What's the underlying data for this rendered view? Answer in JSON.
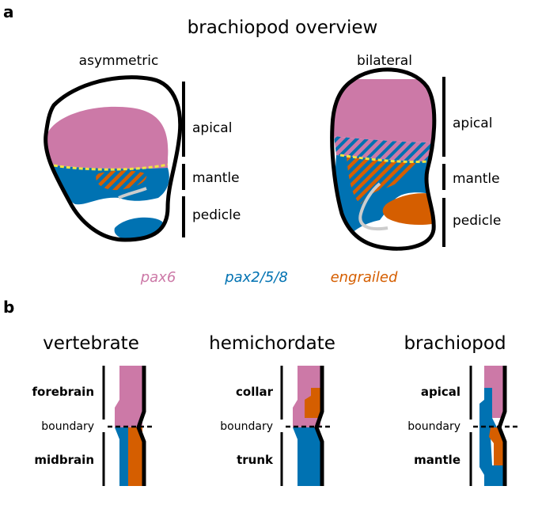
{
  "panel_a": {
    "letter": "a",
    "title": "brachiopod overview",
    "left_label": "asymmetric",
    "right_label": "bilateral",
    "left_regions": [
      "apical",
      "mantle",
      "pedicle"
    ],
    "right_regions": [
      "apical",
      "mantle",
      "pedicle"
    ]
  },
  "legend": [
    {
      "gene": "pax6",
      "color": "#cc79a7"
    },
    {
      "gene": "pax2/5/8",
      "color": "#0072b2"
    },
    {
      "gene": "engrailed",
      "color": "#d55e00"
    }
  ],
  "panel_b": {
    "letter": "b",
    "columns": [
      {
        "title": "vertebrate",
        "upper": "forebrain",
        "boundary": "boundary",
        "lower": "midbrain"
      },
      {
        "title": "hemichordate",
        "upper": "collar",
        "boundary": "boundary",
        "lower": "trunk"
      },
      {
        "title": "brachiopod",
        "upper": "apical",
        "boundary": "boundary",
        "lower": "mantle"
      }
    ]
  },
  "colors": {
    "pax6": "#cc79a7",
    "pax258": "#0072b2",
    "engrailed": "#d55e00",
    "boundary_line": "#f0e442",
    "gut": "#cccccc",
    "outline": "#000000"
  }
}
